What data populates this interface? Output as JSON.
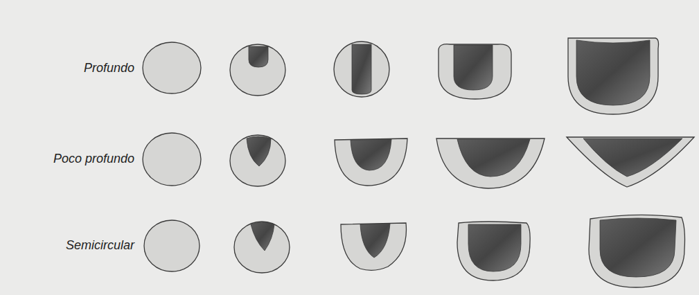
{
  "diagram": {
    "labels": [
      "Profundo",
      "Poco profundo",
      "Semicircular"
    ]
  }
}
